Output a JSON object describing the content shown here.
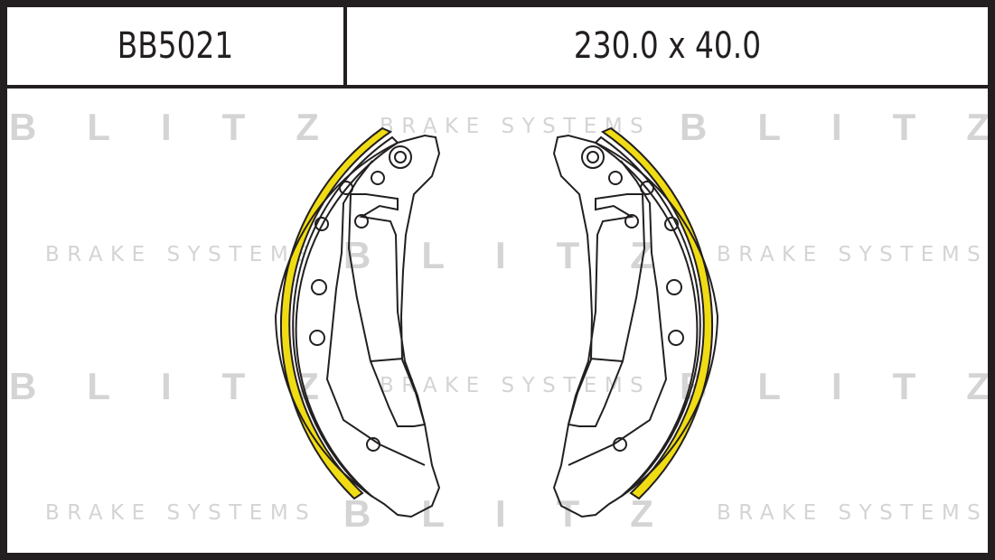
{
  "header": {
    "part_number": "BB5021",
    "dimensions": "230.0 x 40.0"
  },
  "watermark": {
    "brand": "BLITZ",
    "tagline": "BRAKE SYSTEMS"
  },
  "colors": {
    "lining": "#f0dc14",
    "frame": "#231f20",
    "watermark": "#d4d4d4"
  }
}
